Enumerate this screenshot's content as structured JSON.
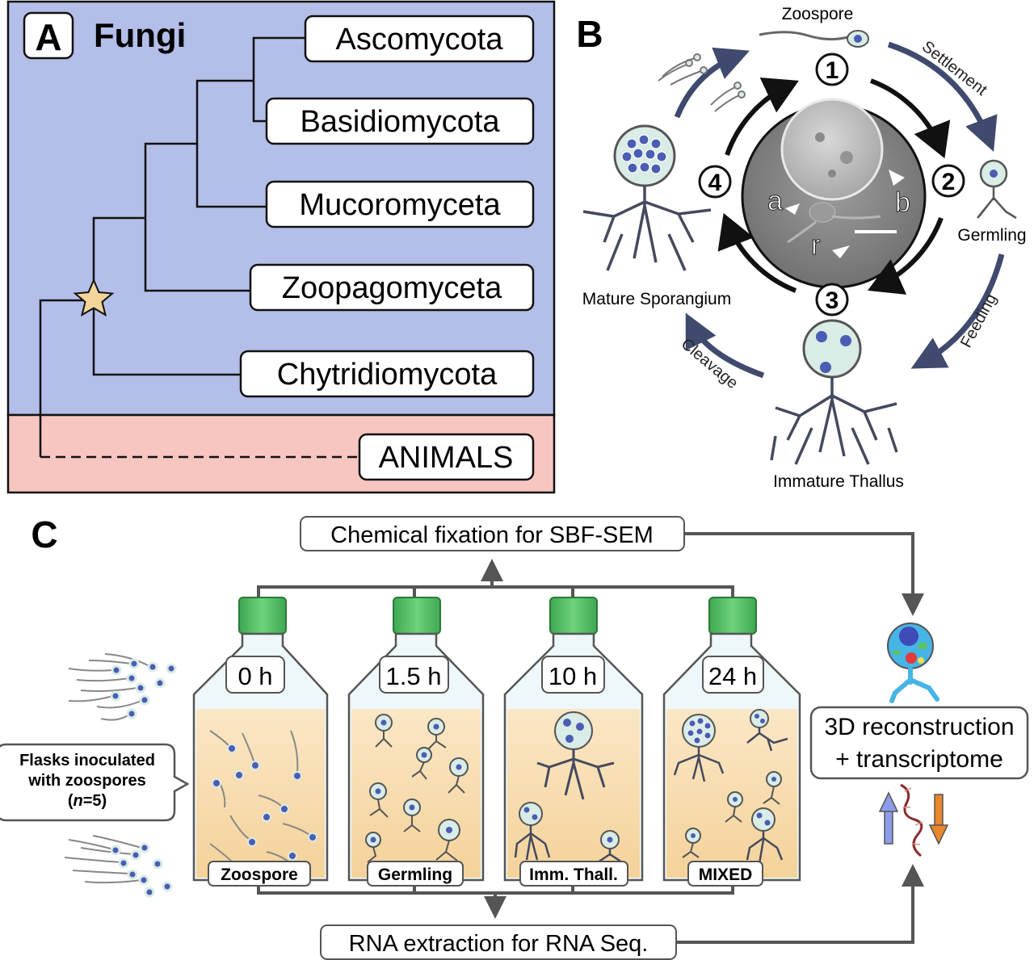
{
  "panel_a": {
    "letter": "A",
    "title": "Fungi",
    "taxa": [
      "Ascomycota",
      "Basidiomycota",
      "Mucoromyceta",
      "Zoopagomyceta",
      "Chytridiomycota"
    ],
    "outgroup": "ANIMALS",
    "colors": {
      "fungi_bg": "#b3bfe9",
      "animals_bg": "#f7c6c1",
      "star": "#f3d59a"
    }
  },
  "panel_b": {
    "letter": "B",
    "stages": [
      {
        "number": "1",
        "label": "Zoospore"
      },
      {
        "number": "2",
        "label": "Germling"
      },
      {
        "number": "3",
        "label": "Immature Thallus"
      },
      {
        "number": "4",
        "label": "Mature Sporangium"
      }
    ],
    "transitions": [
      "Settlement",
      "Feeding",
      "Cleavage"
    ],
    "micro_labels": {
      "a": "a",
      "b": "b",
      "r": "r"
    },
    "colors": {
      "arrow_outer": "#3f4a6e",
      "cell_fill": "#d9ece6",
      "nucleus": "#4b5cb3"
    }
  },
  "panel_c": {
    "letter": "C",
    "top_box": "Chemical fixation for SBF-SEM",
    "bottom_box": "RNA extraction for RNA Seq.",
    "inoculation": {
      "line1": "Flasks inoculated",
      "line2": "with zoospores",
      "n_prefix": "(",
      "n_var": "n",
      "n_suffix": "=5)"
    },
    "flasks": [
      {
        "time": "0 h",
        "stage": "Zoospore"
      },
      {
        "time": "1.5 h",
        "stage": "Germling"
      },
      {
        "time": "10 h",
        "stage": "Imm. Thall."
      },
      {
        "time": "24 h",
        "stage": "MIXED"
      }
    ],
    "result": {
      "line1": "3D reconstruction",
      "line2": "+  transcriptome"
    },
    "colors": {
      "cap": "#5cc46b",
      "medium": "#f7d9a3",
      "up_arrow": "#8c9ce8",
      "down_arrow": "#e8872c"
    }
  }
}
